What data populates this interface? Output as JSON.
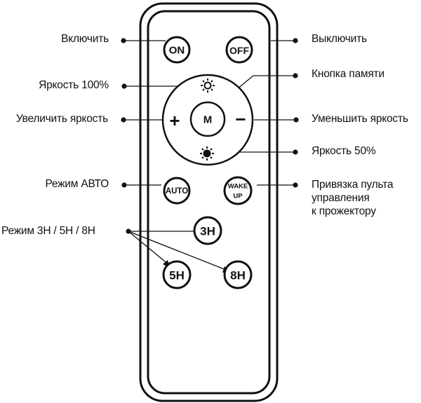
{
  "labels": {
    "on": "Включить",
    "off": "Выключить",
    "brightness_100": "Яркость 100%",
    "memory": "Кнопка памяти",
    "increase": "Увеличить яркость",
    "decrease": "Уменьшить яркость",
    "brightness_50": "Яркость 50%",
    "auto_mode": "Режим АВТО",
    "wake_up_line1": "Привязка пульта",
    "wake_up_line2": "управления",
    "wake_up_line3": "к прожектору",
    "timer_mode": "Режим 3Н / 5Н / 8Н"
  },
  "buttons": {
    "on": "ON",
    "off": "OFF",
    "plus": "+",
    "memory": "M",
    "minus": "−",
    "auto": "AUTO",
    "wake": "WAKE",
    "up": "UP",
    "h3": "3H",
    "h5": "5H",
    "h8": "8H"
  },
  "icons": {
    "brightness_100": "sun-full-icon",
    "brightness_50": "sun-half-icon"
  }
}
